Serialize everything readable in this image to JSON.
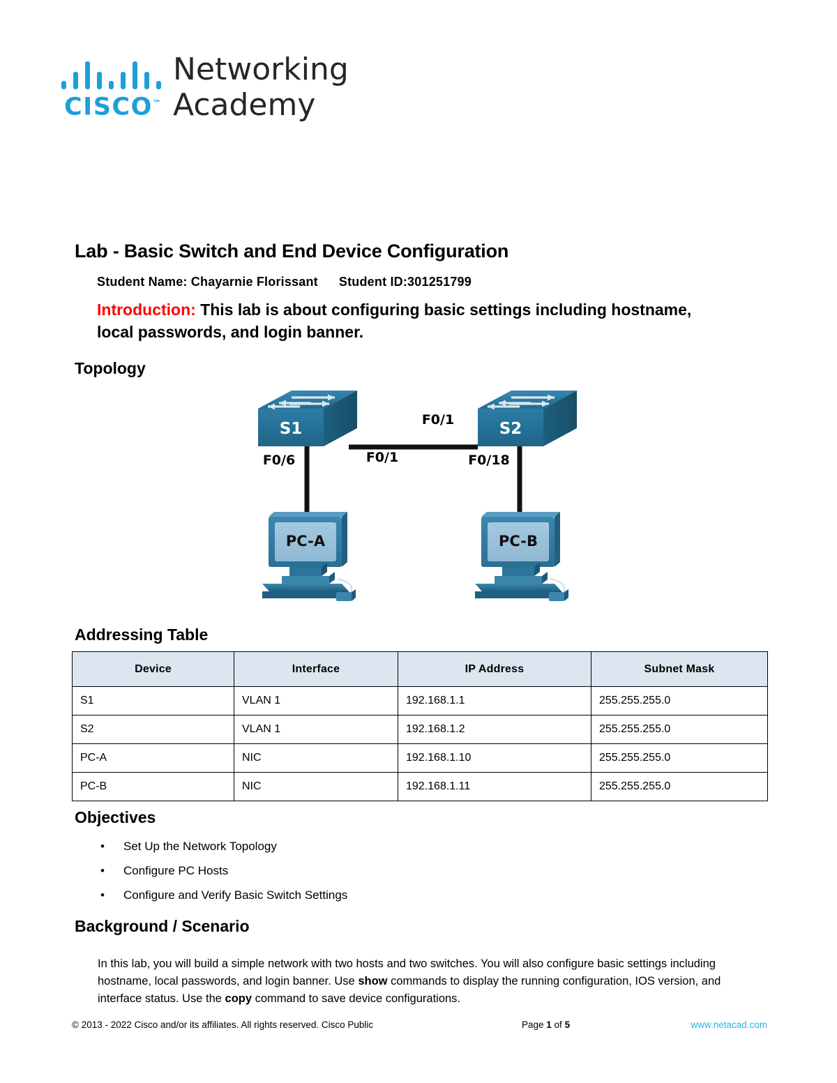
{
  "logo": {
    "cisco_wordmark": "CISCO",
    "trademark": "™",
    "line1": "Networking",
    "line2": "Academy",
    "brand_color": "#1BA0D7"
  },
  "document": {
    "title": "Lab - Basic Switch and End Device Configuration",
    "student_name_label": "Student Name: Chayarnie Florissant",
    "student_id_label": "Student ID:301251799",
    "introduction_label": "Introduction:",
    "introduction_text": " This lab is about configuring basic settings including hostname, local passwords, and login banner.",
    "introduction_color": "#FF0000"
  },
  "sections": {
    "topology_heading": "Topology",
    "addressing_heading": "Addressing Table",
    "objectives_heading": "Objectives",
    "background_heading": "Background / Scenario"
  },
  "topology": {
    "switches": [
      {
        "name": "S1"
      },
      {
        "name": "S2"
      }
    ],
    "hosts": [
      {
        "name": "PC-A"
      },
      {
        "name": "PC-B"
      }
    ],
    "port_labels": {
      "s1_trunk": "F0/1",
      "s2_trunk": "F0/1",
      "s1_host": "F0/6",
      "s2_host": "F0/18"
    }
  },
  "addressing_table": {
    "headers": [
      "Device",
      "Interface",
      "IP Address",
      "Subnet Mask"
    ],
    "rows": [
      [
        "S1",
        "VLAN 1",
        "192.168.1.1",
        "255.255.255.0"
      ],
      [
        "S2",
        "VLAN 1",
        "192.168.1.2",
        "255.255.255.0"
      ],
      [
        "PC-A",
        "NIC",
        "192.168.1.10",
        "255.255.255.0"
      ],
      [
        "PC-B",
        "NIC",
        "192.168.1.11",
        "255.255.255.0"
      ]
    ],
    "header_background": "#dce6f1"
  },
  "objectives": [
    "Set Up the Network Topology",
    "Configure PC Hosts",
    "Configure and Verify Basic Switch Settings"
  ],
  "background": {
    "part1": "In this lab, you will build a simple network with two hosts and two switches. You will also configure basic settings including hostname, local passwords, and login banner. Use ",
    "cmd1": "show",
    "part2": " commands to display the running configuration, IOS version, and interface status. Use the ",
    "cmd2": "copy",
    "part3": " command to save device configurations."
  },
  "footer": {
    "copyright": "© 2013 - 2022 Cisco and/or its affiliates. All rights reserved. Cisco Public",
    "page_prefix": "Page ",
    "page_number": "1",
    "page_mid": " of ",
    "page_total": "5",
    "website": "www.netacad.com",
    "website_color": "#29B4E8"
  }
}
